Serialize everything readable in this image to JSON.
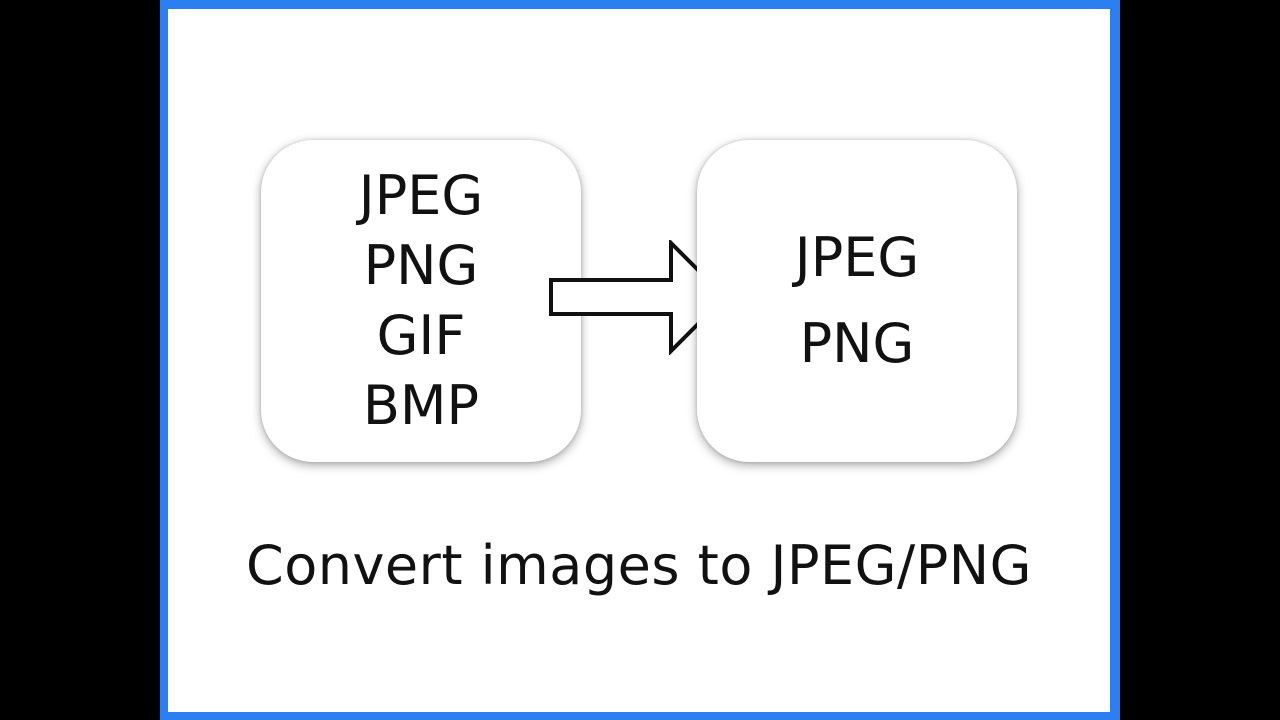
{
  "source_formats": [
    "JPEG",
    "PNG",
    "GIF",
    "BMP"
  ],
  "target_formats": [
    "JPEG",
    "PNG"
  ],
  "caption": "Convert images to JPEG/PNG",
  "arrow_icon": "right-arrow-icon",
  "colors": {
    "frame_border": "#2b7ff0",
    "background": "#ffffff",
    "text": "#111111",
    "letterbox": "#000000"
  }
}
